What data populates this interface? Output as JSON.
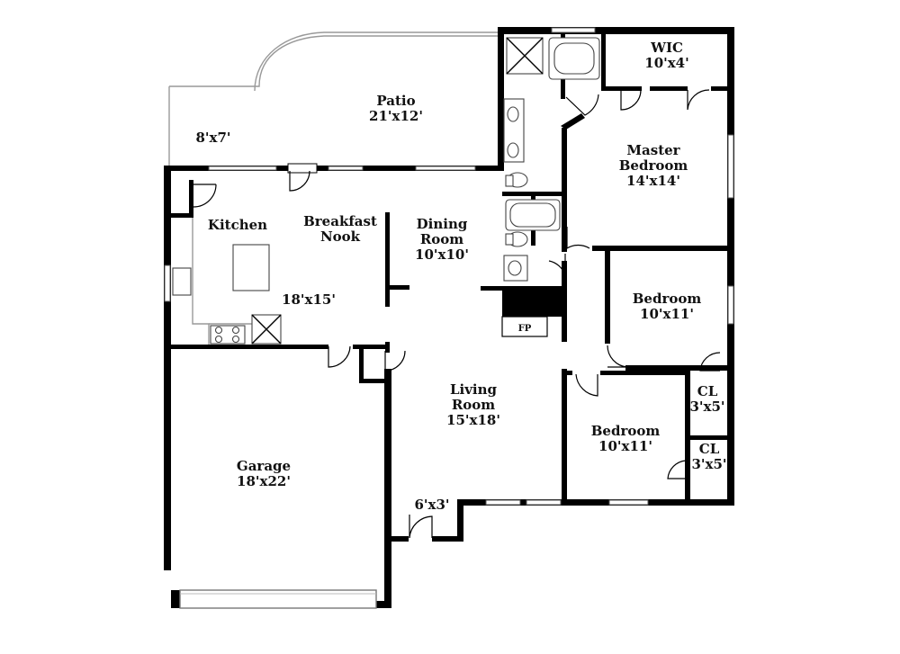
{
  "rooms": {
    "patio": {
      "name": "Patio",
      "size": "21'x12'"
    },
    "patio_ext": {
      "size": "8'x7'"
    },
    "wic": {
      "name": "WIC",
      "size": "10'x4'"
    },
    "master": {
      "line1": "Master",
      "line2": "Bedroom",
      "size": "14'x14'"
    },
    "kitchen": {
      "name": "Kitchen"
    },
    "breakfast": {
      "line1": "Breakfast",
      "line2": "Nook",
      "size": "18'x15'"
    },
    "dining": {
      "line1": "Dining",
      "line2": "Room",
      "size": "10'x10'"
    },
    "bedroom2": {
      "name": "Bedroom",
      "size": "10'x11'"
    },
    "cl1": {
      "name": "CL",
      "size": "3'x5'"
    },
    "living": {
      "line1": "Living",
      "line2": "Room",
      "size": "15'x18'"
    },
    "bedroom3": {
      "name": "Bedroom",
      "size": "10'x11'"
    },
    "cl2": {
      "name": "CL",
      "size": "3'x5'"
    },
    "garage": {
      "name": "Garage",
      "size": "18'x22'"
    },
    "entry": {
      "size": "6'x3'"
    },
    "fireplace": {
      "label": "FP"
    }
  },
  "colors": {
    "wall": "#000000",
    "background": "#ffffff"
  }
}
